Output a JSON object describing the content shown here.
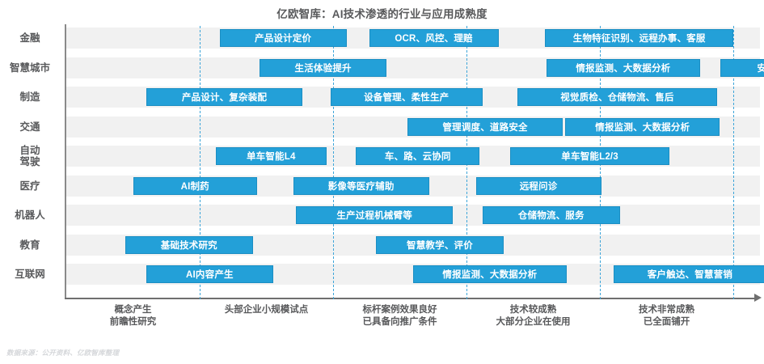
{
  "title": "亿欧智库：AI技术渗透的行业与应用成熟度",
  "footer": "数据来源：公开资料、亿欧智库整理",
  "colors": {
    "bar": "#23a0d8",
    "bar_border": "#1b8ec3",
    "band": "#f1f1f1",
    "gridline": "#3da5d9",
    "text": "#58595b"
  },
  "chart_data": {
    "type": "bar",
    "title": "亿欧智库：AI技术渗透的行业与应用成熟度",
    "xlabel": "",
    "ylabel": "",
    "grid": true,
    "legend": "none",
    "orientation": "horizontal-gantt",
    "xlim": [
      0,
      5
    ],
    "stages": [
      {
        "index": 1,
        "label_lines": [
          "概念产生",
          "前瞻性研究"
        ]
      },
      {
        "index": 2,
        "label_lines": [
          "头部企业小规模试点"
        ]
      },
      {
        "index": 3,
        "label_lines": [
          "标杆案例效果良好",
          "已具备向推广条件"
        ]
      },
      {
        "index": 4,
        "label_lines": [
          "技术较成熟",
          "大部分企业在使用"
        ]
      },
      {
        "index": 5,
        "label_lines": [
          "技术非常成熟",
          "已全面铺开"
        ]
      }
    ],
    "categories": [
      "金融",
      "智慧城市",
      "制造",
      "交通",
      "自动驾驶",
      "医疗",
      "机器人",
      "教育",
      "互联网"
    ],
    "rows": [
      {
        "category": "金融",
        "label_lines": [
          "金融"
        ],
        "items": [
          {
            "text": "产品设计定价",
            "start": 1.15,
            "end": 2.1
          },
          {
            "text": "OCR、风控、理赔",
            "start": 2.27,
            "end": 3.24
          },
          {
            "text": "生物特征识别、远程办事、客服",
            "start": 3.59,
            "end": 5.0
          }
        ]
      },
      {
        "category": "智慧城市",
        "label_lines": [
          "智慧城市"
        ],
        "items": [
          {
            "text": "生活体验提升",
            "start": 1.45,
            "end": 2.4
          },
          {
            "text": "情报监测、大数据分析",
            "start": 3.6,
            "end": 4.75
          },
          {
            "text": "安防",
            "start": 4.9,
            "end": 5.6
          }
        ]
      },
      {
        "category": "制造",
        "label_lines": [
          "制造"
        ],
        "items": [
          {
            "text": "产品设计、复杂装配",
            "start": 0.6,
            "end": 1.77
          },
          {
            "text": "设备管理、柔性生产",
            "start": 1.98,
            "end": 3.12
          },
          {
            "text": "视觉质检、仓储物流、售后",
            "start": 3.38,
            "end": 4.88
          }
        ]
      },
      {
        "category": "交通",
        "label_lines": [
          "交通"
        ],
        "items": [
          {
            "text": "管理调度、道路安全",
            "start": 2.56,
            "end": 3.72
          },
          {
            "text": "情报监测、大数据分析",
            "start": 3.74,
            "end": 4.9
          }
        ]
      },
      {
        "category": "自动驾驶",
        "label_lines": [
          "自动",
          "驾驶"
        ],
        "items": [
          {
            "text": "单车智能L4",
            "start": 1.12,
            "end": 1.95
          },
          {
            "text": "车、路、云协同",
            "start": 2.17,
            "end": 3.1
          },
          {
            "text": "单车智能L2/3",
            "start": 3.33,
            "end": 4.52
          }
        ]
      },
      {
        "category": "医疗",
        "label_lines": [
          "医疗"
        ],
        "items": [
          {
            "text": "AI制药",
            "start": 0.5,
            "end": 1.43
          },
          {
            "text": "影像等医疗辅助",
            "start": 1.7,
            "end": 2.72
          },
          {
            "text": "远程问诊",
            "start": 3.07,
            "end": 4.01
          }
        ]
      },
      {
        "category": "机器人",
        "label_lines": [
          "机器人"
        ],
        "items": [
          {
            "text": "生产过程机械臂等",
            "start": 1.72,
            "end": 2.9
          },
          {
            "text": "仓储物流、服务",
            "start": 3.12,
            "end": 4.15
          }
        ]
      },
      {
        "category": "教育",
        "label_lines": [
          "教育"
        ],
        "items": [
          {
            "text": "基础技术研究",
            "start": 0.44,
            "end": 1.4
          },
          {
            "text": "智慧教学、评价",
            "start": 2.32,
            "end": 3.28
          }
        ]
      },
      {
        "category": "互联网",
        "label_lines": [
          "互联网"
        ],
        "items": [
          {
            "text": "AI内容产生",
            "start": 0.6,
            "end": 1.55
          },
          {
            "text": "情报监测、大数据分析",
            "start": 2.6,
            "end": 3.75
          },
          {
            "text": "客户触达、智慧营销",
            "start": 4.1,
            "end": 5.25
          }
        ]
      }
    ]
  }
}
